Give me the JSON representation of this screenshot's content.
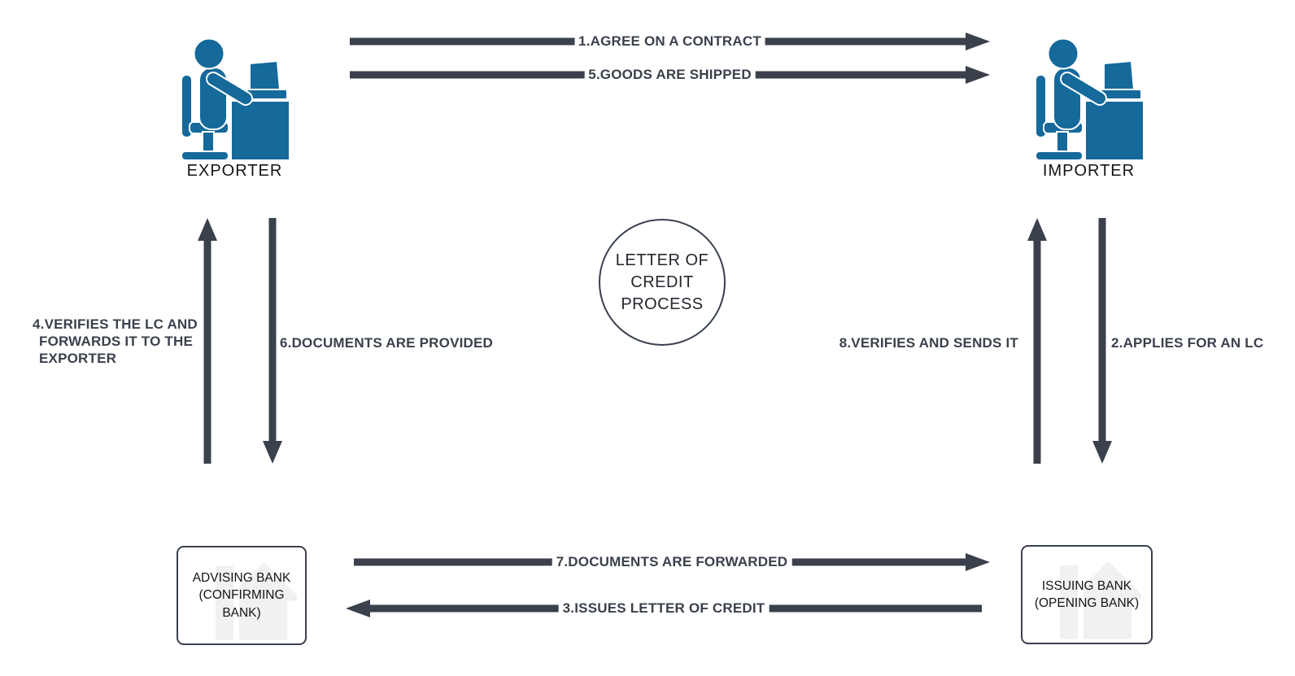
{
  "diagram": {
    "center_circle_label": "LETTER OF\nCREDIT\nPROCESS"
  },
  "actors": {
    "exporter": {
      "label": "EXPORTER",
      "icon": "person-at-desk-icon"
    },
    "importer": {
      "label": "IMPORTER",
      "icon": "person-at-desk-icon"
    }
  },
  "banks": {
    "advising": {
      "label": "ADVISING BANK\n(CONFIRMING\nBANK)",
      "icon": "house-icon"
    },
    "issuing": {
      "label": "ISSUING BANK\n(OPENING BANK)",
      "icon": "house-icon"
    }
  },
  "steps": {
    "s1": "1.AGREE ON A CONTRACT",
    "s2": "2.APPLIES FOR AN LC",
    "s3": "3.ISSUES LETTER OF CREDIT",
    "s4": "4.VERIFIES THE LC AND\nFORWARDS IT TO THE\nEXPORTER",
    "s5": "5.GOODS ARE SHIPPED",
    "s6": "6.DOCUMENTS ARE PROVIDED",
    "s7": "7.DOCUMENTS ARE FORWARDED",
    "s8": "8.VERIFIES AND SENDS IT"
  },
  "colors": {
    "arrow_dark": "#3a414c",
    "actor_blue": "#15699b",
    "box_border": "#39404e",
    "watermark_gray": "#f1f1f1"
  }
}
